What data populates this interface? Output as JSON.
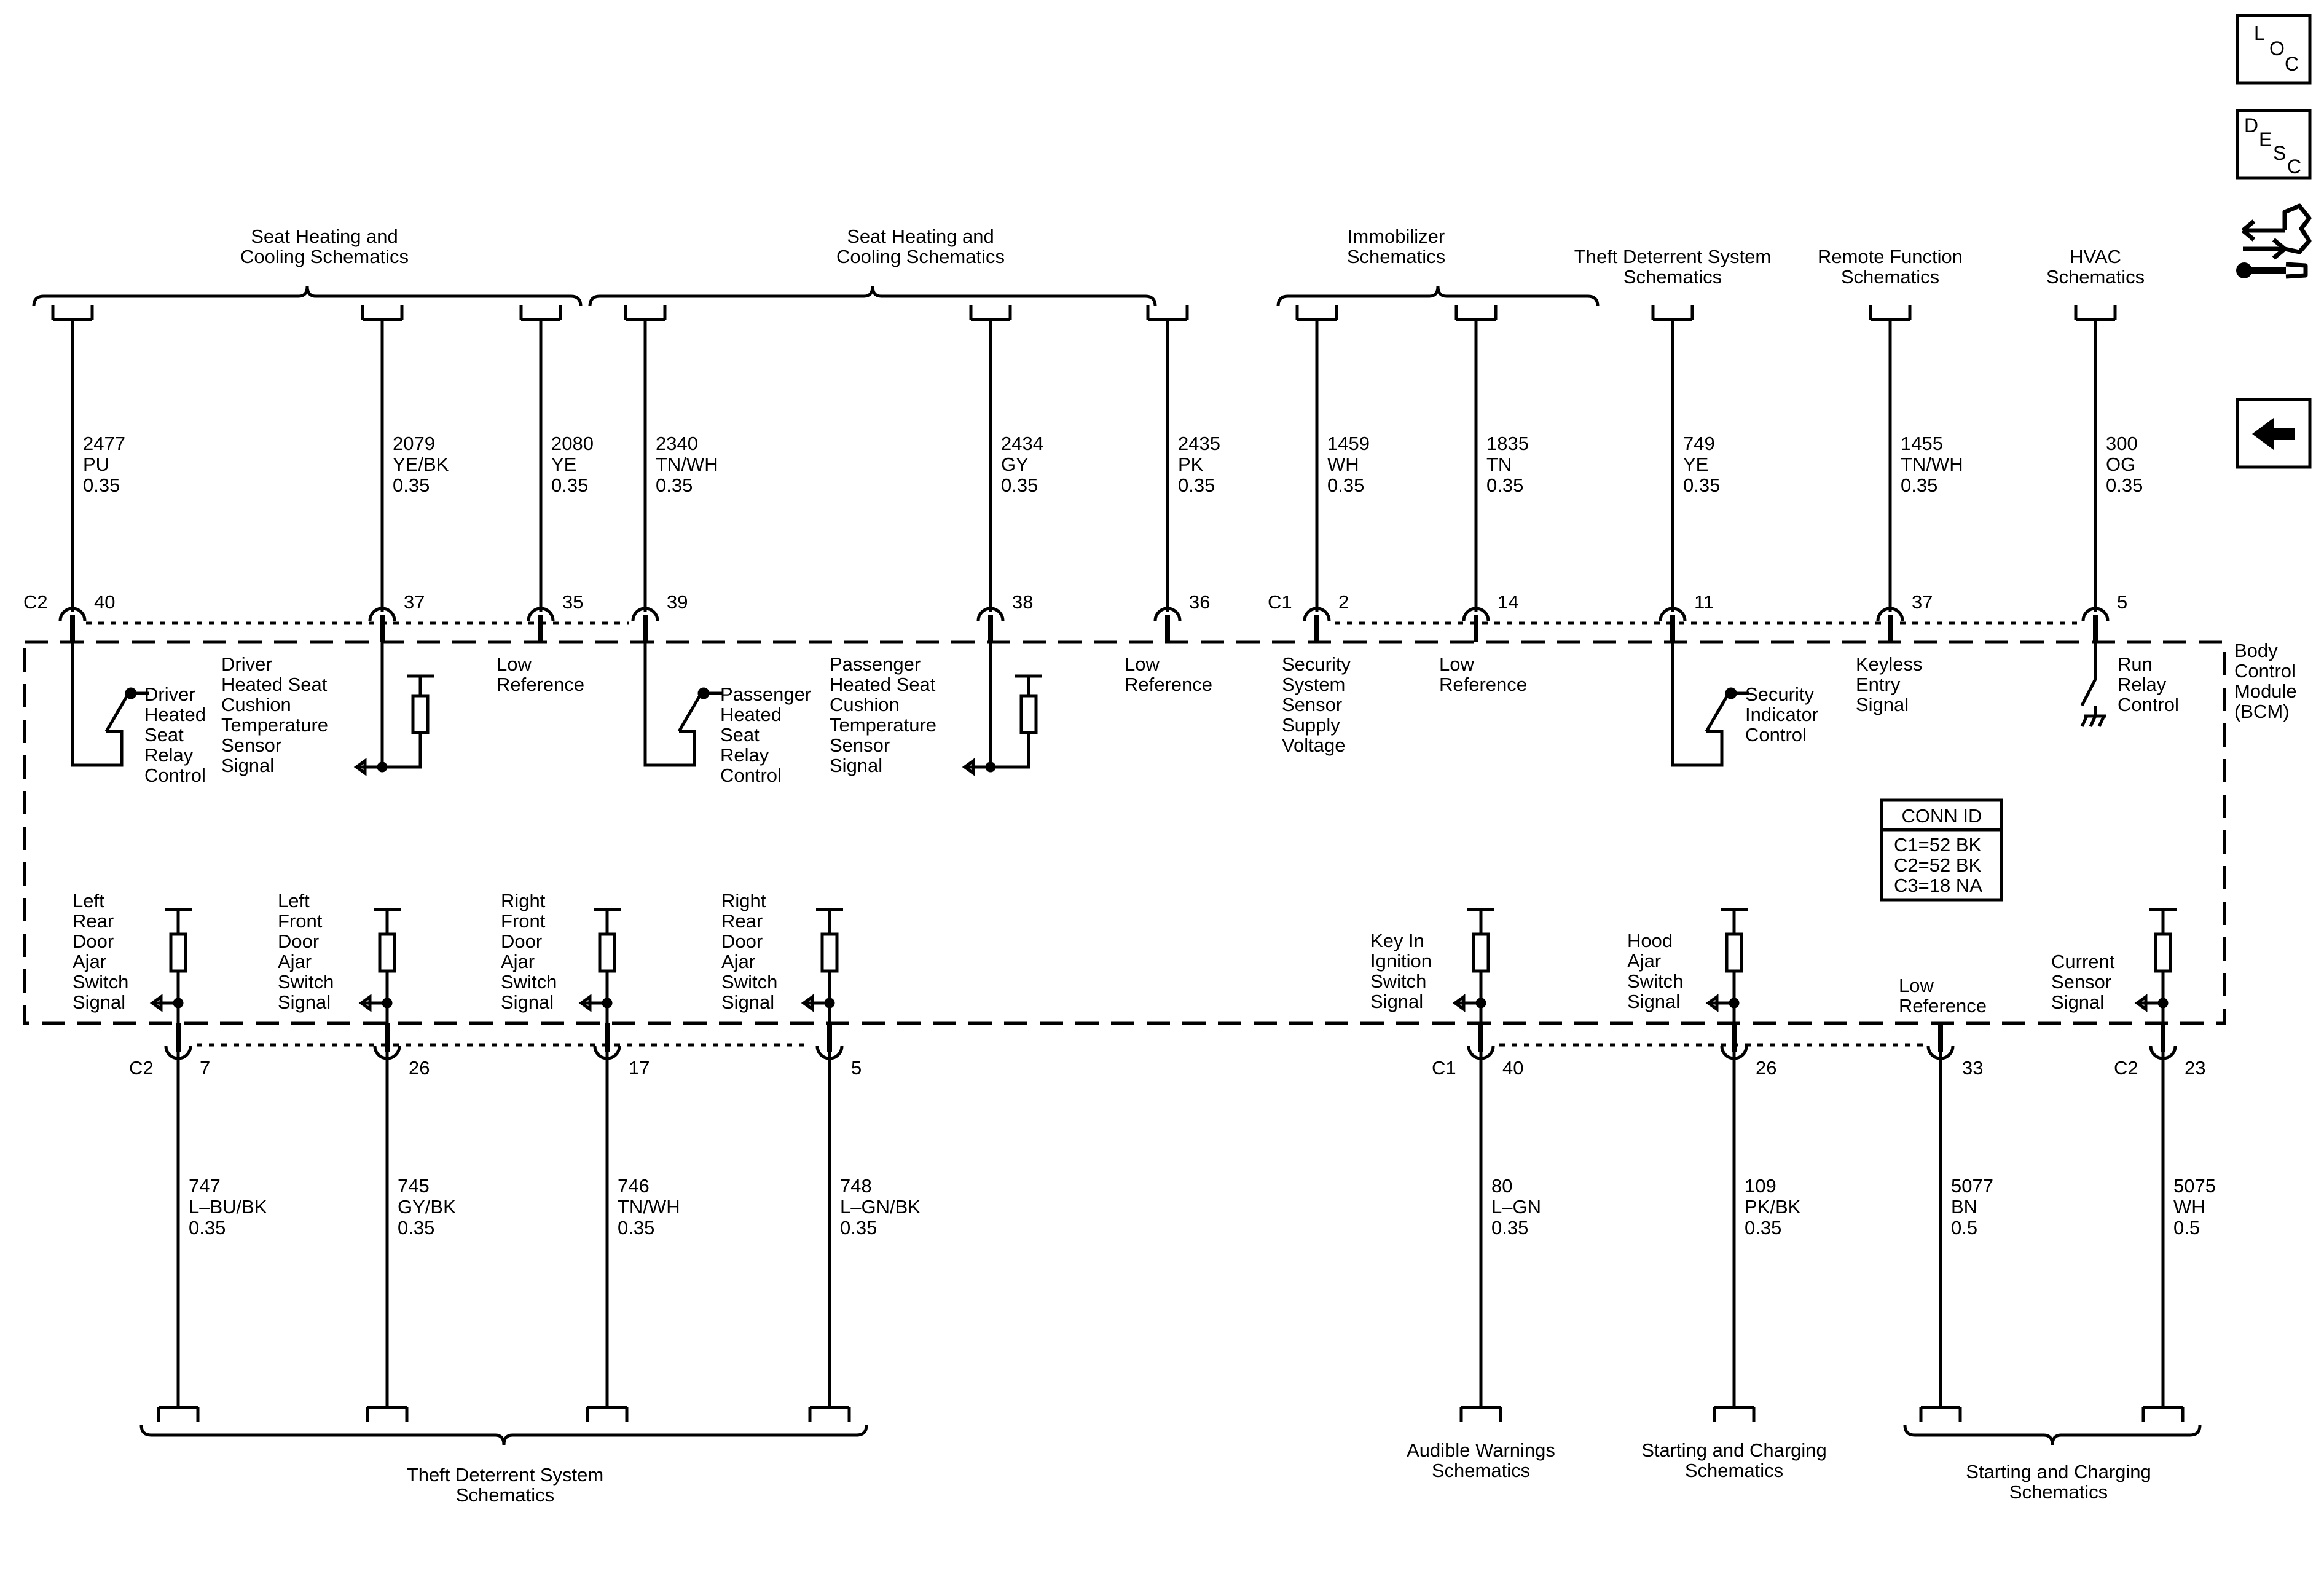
{
  "nav": {
    "loc": {
      "letters": [
        "L",
        "O",
        "C"
      ]
    },
    "desc": {
      "letters": [
        "D",
        "E",
        "S",
        "C"
      ]
    }
  },
  "module": {
    "label": [
      "Body",
      "Control",
      "Module",
      "(BCM)"
    ]
  },
  "conn_id": {
    "title": "CONN ID",
    "rows": [
      "C1=52 BK",
      "C2=52 BK",
      "C3=18 NA"
    ]
  },
  "top_groups": [
    {
      "label": [
        "Seat Heating and",
        "Cooling Schematics"
      ]
    },
    {
      "label": [
        "Seat Heating and",
        "Cooling Schematics"
      ]
    },
    {
      "label": [
        "Immobilizer",
        "Schematics"
      ]
    },
    {
      "label": [
        "Theft Deterrent System",
        "Schematics"
      ]
    },
    {
      "label": [
        "Remote Function",
        "Schematics"
      ]
    },
    {
      "label": [
        "HVAC",
        "Schematics"
      ]
    }
  ],
  "bottom_groups": [
    {
      "label": [
        "Theft Deterrent System",
        "Schematics"
      ]
    },
    {
      "label": [
        "Audible Warnings",
        "Schematics"
      ]
    },
    {
      "label": [
        "Starting and Charging",
        "Schematics"
      ]
    },
    {
      "label": [
        "Starting and Charging",
        "Schematics"
      ]
    }
  ],
  "top_wires": [
    {
      "conn": "C2",
      "pin": "40",
      "circuit": [
        "2477",
        "PU",
        "0.35"
      ],
      "signal": [
        "Driver",
        "Heated",
        "Seat",
        "Relay",
        "Control"
      ]
    },
    {
      "pin": "37",
      "circuit": [
        "2079",
        "YE/BK",
        "0.35"
      ],
      "signal": [
        "Driver",
        "Heated Seat",
        "Cushion",
        "Temperature",
        "Sensor",
        "Signal"
      ]
    },
    {
      "pin": "35",
      "circuit": [
        "2080",
        "YE",
        "0.35"
      ],
      "signal": [
        "Low",
        "Reference"
      ]
    },
    {
      "pin": "39",
      "circuit": [
        "2340",
        "TN/WH",
        "0.35"
      ],
      "signal": [
        "Passenger",
        "Heated",
        "Seat",
        "Relay",
        "Control"
      ]
    },
    {
      "pin": "38",
      "circuit": [
        "2434",
        "GY",
        "0.35"
      ],
      "signal": [
        "Passenger",
        "Heated Seat",
        "Cushion",
        "Temperature",
        "Sensor",
        "Signal"
      ]
    },
    {
      "pin": "36",
      "circuit": [
        "2435",
        "PK",
        "0.35"
      ],
      "signal": [
        "Low",
        "Reference"
      ]
    },
    {
      "conn": "C1",
      "pin": "2",
      "circuit": [
        "1459",
        "WH",
        "0.35"
      ],
      "signal": [
        "Security",
        "System",
        "Sensor",
        "Supply",
        "Voltage"
      ]
    },
    {
      "pin": "14",
      "circuit": [
        "1835",
        "TN",
        "0.35"
      ],
      "signal": [
        "Low",
        "Reference"
      ]
    },
    {
      "pin": "11",
      "circuit": [
        "749",
        "YE",
        "0.35"
      ],
      "signal": [
        "Security",
        "Indicator",
        "Control"
      ]
    },
    {
      "pin": "37",
      "circuit": [
        "1455",
        "TN/WH",
        "0.35"
      ],
      "signal": [
        "Keyless",
        "Entry",
        "Signal"
      ]
    },
    {
      "pin": "5",
      "circuit": [
        "300",
        "OG",
        "0.35"
      ],
      "signal": [
        "Run",
        "Relay",
        "Control"
      ]
    }
  ],
  "bottom_wires": [
    {
      "conn": "C2",
      "pin": "7",
      "circuit": [
        "747",
        "L–BU/BK",
        "0.35"
      ],
      "signal": [
        "Left",
        "Rear",
        "Door",
        "Ajar",
        "Switch",
        "Signal"
      ]
    },
    {
      "pin": "26",
      "circuit": [
        "745",
        "GY/BK",
        "0.35"
      ],
      "signal": [
        "Left",
        "Front",
        "Door",
        "Ajar",
        "Switch",
        "Signal"
      ]
    },
    {
      "pin": "17",
      "circuit": [
        "746",
        "TN/WH",
        "0.35"
      ],
      "signal": [
        "Right",
        "Front",
        "Door",
        "Ajar",
        "Switch",
        "Signal"
      ]
    },
    {
      "pin": "5",
      "circuit": [
        "748",
        "L–GN/BK",
        "0.35"
      ],
      "signal": [
        "Right",
        "Rear",
        "Door",
        "Ajar",
        "Switch",
        "Signal"
      ]
    },
    {
      "conn": "C1",
      "pin": "40",
      "circuit": [
        "80",
        "L–GN",
        "0.35"
      ],
      "signal": [
        "Key In",
        "Ignition",
        "Switch",
        "Signal"
      ]
    },
    {
      "pin": "26",
      "circuit": [
        "109",
        "PK/BK",
        "0.35"
      ],
      "signal": [
        "Hood",
        "Ajar",
        "Switch",
        "Signal"
      ]
    },
    {
      "pin": "33",
      "circuit": [
        "5077",
        "BN",
        "0.5"
      ],
      "signal": [
        "Low",
        "Reference"
      ]
    },
    {
      "conn": "C2",
      "pin": "23",
      "circuit": [
        "5075",
        "WH",
        "0.5"
      ],
      "signal": [
        "Current",
        "Sensor",
        "Signal"
      ]
    }
  ]
}
